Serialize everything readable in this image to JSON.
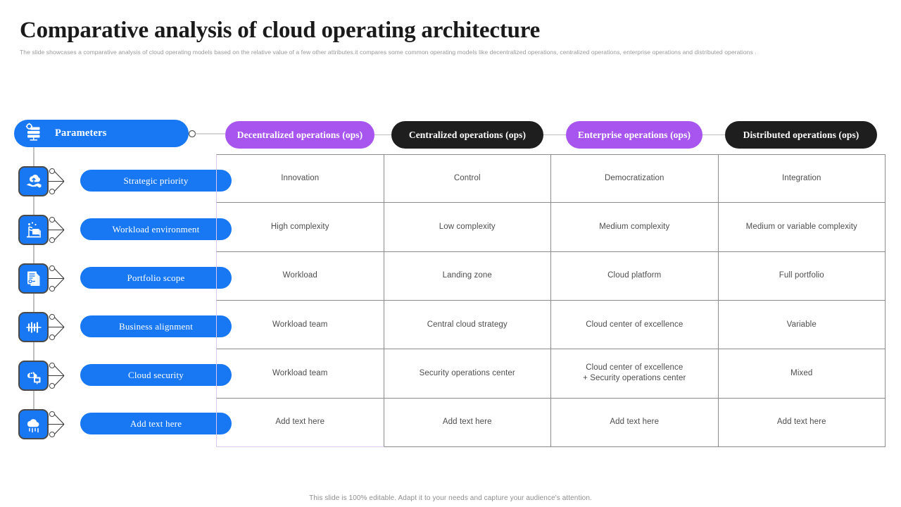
{
  "header": {
    "title": "Comparative analysis of cloud operating architecture",
    "subtitle": "The slide showcases a comparative analysis of cloud operating models based on the relative value of a few other attributes.it compares some common  operating models like decentralized operations, centralized operations, enterprise operations and distributed operations ."
  },
  "parameters_pill": {
    "label": "Parameters",
    "icon": "server-settings-icon",
    "color": "#1877F2"
  },
  "parameters": [
    {
      "label": "Strategic priority",
      "icon": "handshake-cloud-icon"
    },
    {
      "label": "Workload environment",
      "icon": "workload-environment-icon"
    },
    {
      "label": "Portfolio scope",
      "icon": "document-portfolio-icon"
    },
    {
      "label": "Business alignment",
      "icon": "alignment-bars-icon"
    },
    {
      "label": "Cloud security",
      "icon": "cloud-lock-icon"
    },
    {
      "label": "Add text here",
      "icon": "cloud-rain-icon"
    }
  ],
  "columns": [
    {
      "label": "Decentralized operations (ops)",
      "color": "#A855F0",
      "text_color": "#ffffff"
    },
    {
      "label": "Centralized operations (ops)",
      "color": "#1e1e1e",
      "text_color": "#ffffff"
    },
    {
      "label": "Enterprise operations (ops)",
      "color": "#A855F0",
      "text_color": "#ffffff"
    },
    {
      "label": "Distributed operations (ops)",
      "color": "#1e1e1e",
      "text_color": "#ffffff"
    }
  ],
  "table": {
    "rows": [
      [
        "Innovation",
        "Control",
        "Democratization",
        "Integration"
      ],
      [
        "High complexity",
        "Low complexity",
        "Medium complexity",
        "Medium or variable  complexity"
      ],
      [
        "Workload",
        "Landing zone",
        "Cloud platform",
        "Full portfolio"
      ],
      [
        "Workload team",
        "Central cloud strategy",
        "Cloud center of excellence",
        "Variable"
      ],
      [
        "Workload team",
        "Security operations center",
        "Cloud center of excellence\n+ Security operations center",
        "Mixed"
      ],
      [
        "Add text here",
        "Add text here",
        "Add text here",
        "Add text here"
      ]
    ]
  },
  "footer": {
    "note": "This slide is 100% editable. Adapt it to your needs and capture your audience's attention."
  }
}
